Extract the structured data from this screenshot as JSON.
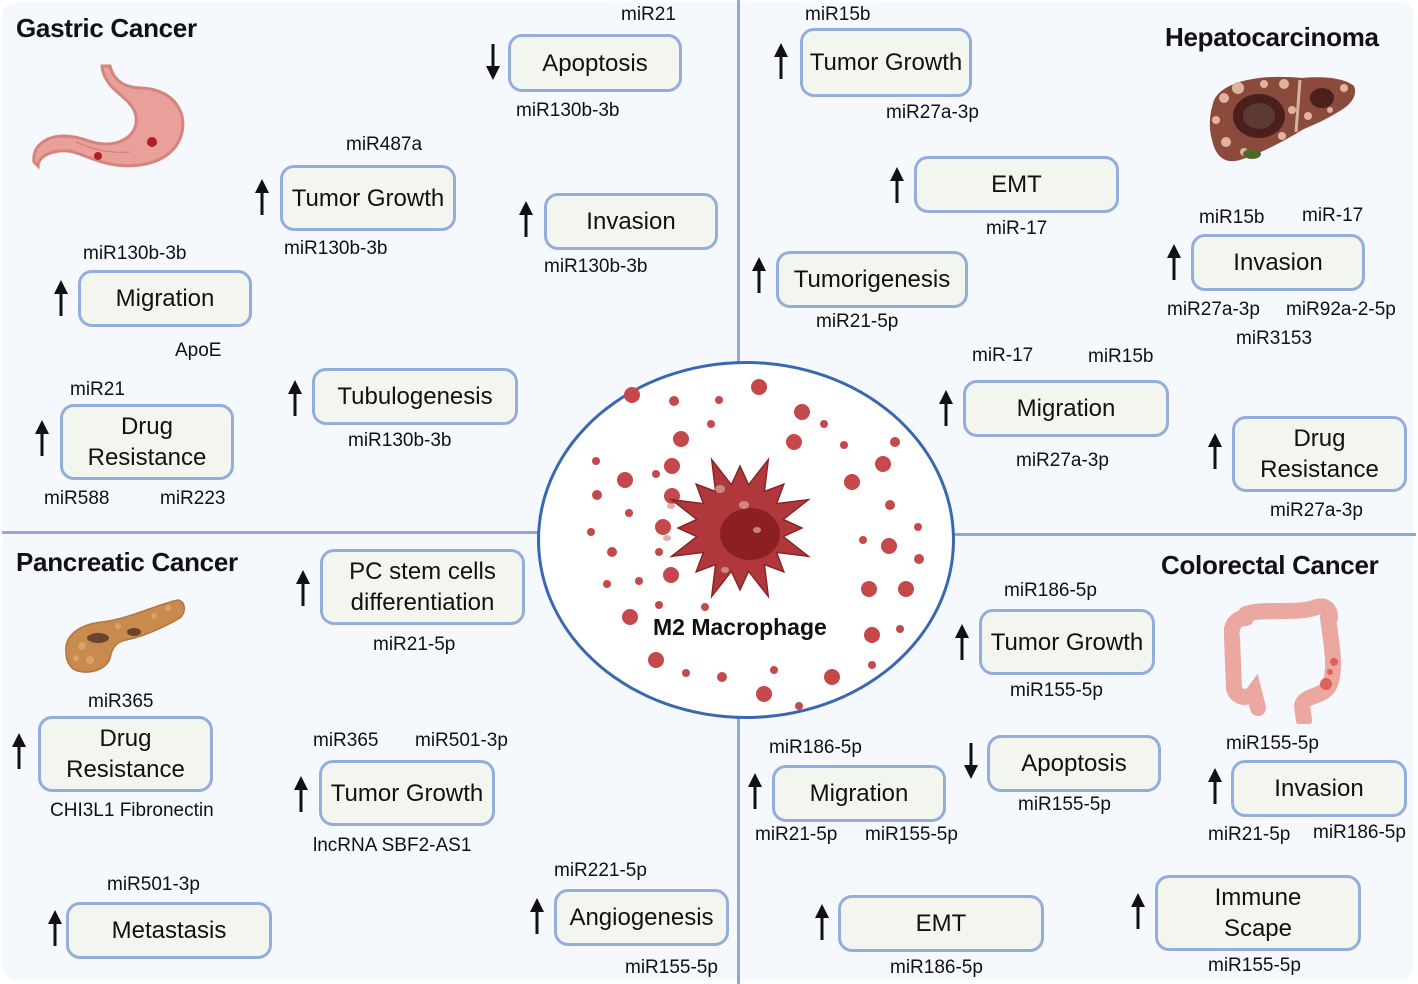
{
  "center": {
    "label": "M2 Macrophage"
  },
  "colors": {
    "box_border": "#94aedc",
    "box_fill": "#f2f6ee",
    "divider": "#8fa9d6",
    "circle_border": "#3a68b0",
    "cell": "#b0383c",
    "nucleus": "#8c1f22",
    "vesicle": "#c5484b"
  },
  "quadrants": {
    "gastric": {
      "title": "Gastric Cancer",
      "organ": "stomach",
      "effects": [
        {
          "label": "Apoptosis",
          "direction": "down",
          "mirnas_above": [
            "miR21"
          ],
          "mirnas_below": [
            "miR130b-3b"
          ]
        },
        {
          "label": "Tumor Growth",
          "direction": "up",
          "mirnas_above": [
            "miR487a"
          ],
          "mirnas_below": [
            "miR130b-3b"
          ]
        },
        {
          "label": "Invasion",
          "direction": "up",
          "mirnas_above": [],
          "mirnas_below": [
            "miR130b-3b"
          ]
        },
        {
          "label": "Migration",
          "direction": "up",
          "mirnas_above": [
            "miR130b-3b"
          ],
          "mirnas_below": [
            "ApoE"
          ]
        },
        {
          "label": "Tubulogenesis",
          "direction": "up",
          "mirnas_above": [],
          "mirnas_below": [
            "miR130b-3b"
          ]
        },
        {
          "label": "Drug\nResistance",
          "direction": "up",
          "mirnas_above": [
            "miR21"
          ],
          "mirnas_below": [
            "miR588",
            "miR223"
          ]
        }
      ]
    },
    "hepato": {
      "title": "Hepatocarcinoma",
      "organ": "liver",
      "effects": [
        {
          "label": "Tumor Growth",
          "direction": "up",
          "mirnas_above": [
            "miR15b"
          ],
          "mirnas_below": [
            "miR27a-3p"
          ]
        },
        {
          "label": "EMT",
          "direction": "up",
          "mirnas_above": [],
          "mirnas_below": [
            "miR-17"
          ]
        },
        {
          "label": "Invasion",
          "direction": "up",
          "mirnas_above": [
            "miR15b",
            "miR-17"
          ],
          "mirnas_below": [
            "miR27a-3p",
            "miR92a-2-5p",
            "miR3153"
          ]
        },
        {
          "label": "Tumorigenesis",
          "direction": "up",
          "mirnas_above": [],
          "mirnas_below": [
            "miR21-5p"
          ]
        },
        {
          "label": "Migration",
          "direction": "up",
          "mirnas_above": [
            "miR-17",
            "miR15b"
          ],
          "mirnas_below": [
            "miR27a-3p"
          ]
        },
        {
          "label": "Drug\nResistance",
          "direction": "up",
          "mirnas_above": [],
          "mirnas_below": [
            "miR27a-3p"
          ]
        }
      ]
    },
    "pancreatic": {
      "title": "Pancreatic Cancer",
      "organ": "pancreas",
      "effects": [
        {
          "label": "PC stem cells\ndifferentiation",
          "direction": "up",
          "mirnas_above": [],
          "mirnas_below": [
            "miR21-5p"
          ]
        },
        {
          "label": "Drug\nResistance",
          "direction": "up",
          "mirnas_above": [
            "miR365"
          ],
          "mirnas_below": [
            "CHI3L1 Fibronectin"
          ]
        },
        {
          "label": "Tumor Growth",
          "direction": "up",
          "mirnas_above": [
            "miR365",
            "miR501-3p"
          ],
          "mirnas_below": [
            "lncRNA SBF2-AS1"
          ]
        },
        {
          "label": "Metastasis",
          "direction": "up",
          "mirnas_above": [
            "miR501-3p"
          ],
          "mirnas_below": []
        },
        {
          "label": "Angiogenesis",
          "direction": "up",
          "mirnas_above": [
            "miR221-5p"
          ],
          "mirnas_below": [
            "miR155-5p"
          ]
        }
      ]
    },
    "colorectal": {
      "title": "Colorectal Cancer",
      "organ": "colon",
      "effects": [
        {
          "label": "Tumor Growth",
          "direction": "up",
          "mirnas_above": [
            "miR186-5p"
          ],
          "mirnas_below": [
            "miR155-5p"
          ]
        },
        {
          "label": "Migration",
          "direction": "up",
          "mirnas_above": [
            "miR186-5p"
          ],
          "mirnas_below": [
            "miR21-5p",
            "miR155-5p"
          ]
        },
        {
          "label": "Apoptosis",
          "direction": "down",
          "mirnas_above": [],
          "mirnas_below": [
            "miR155-5p"
          ]
        },
        {
          "label": "Invasion",
          "direction": "up",
          "mirnas_above": [
            "miR155-5p"
          ],
          "mirnas_below": [
            "miR21-5p",
            "miR186-5p"
          ]
        },
        {
          "label": "EMT",
          "direction": "up",
          "mirnas_above": [],
          "mirnas_below": [
            "miR186-5p"
          ]
        },
        {
          "label": "Immune\nScape",
          "direction": "up",
          "mirnas_above": [],
          "mirnas_below": [
            "miR155-5p"
          ]
        }
      ]
    }
  }
}
